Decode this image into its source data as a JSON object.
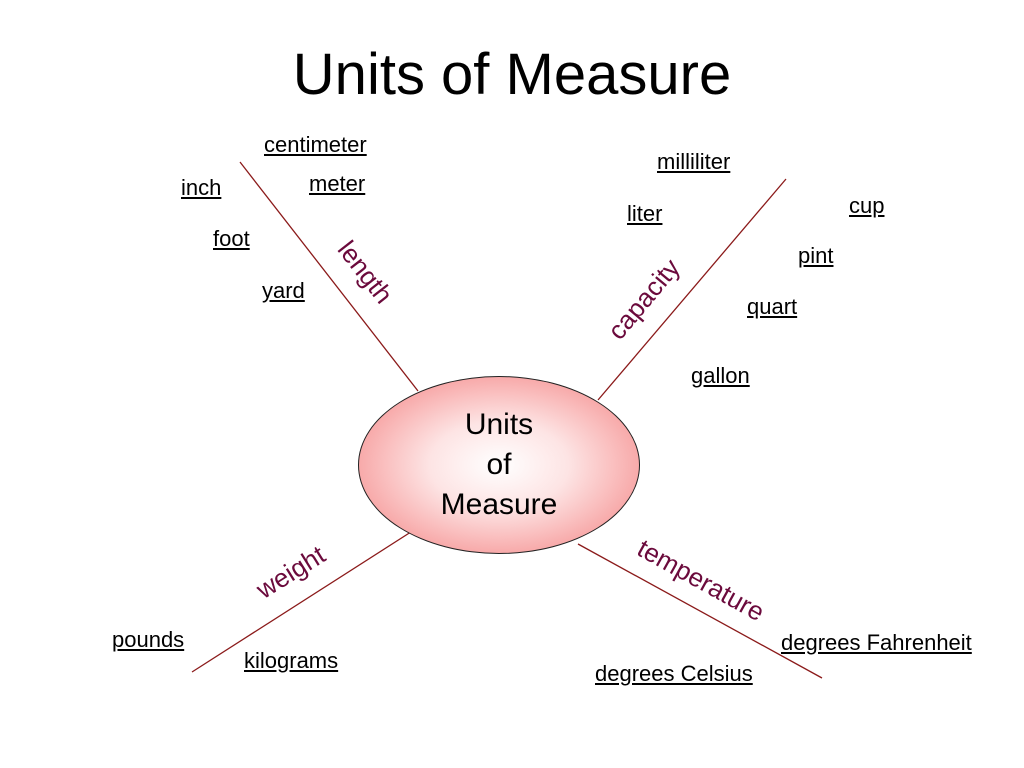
{
  "title": "Units of Measure",
  "center": {
    "line1": "Units",
    "line2": "of",
    "line3": "Measure"
  },
  "categories": {
    "length": "length",
    "capacity": "capacity",
    "weight": "weight",
    "temperature": "temperature"
  },
  "words": {
    "centimeter": "centimeter",
    "inch": "inch",
    "meter": "meter",
    "foot": "foot",
    "yard": "yard",
    "milliliter": "milliliter",
    "liter": "liter",
    "cup": "cup",
    "pint": "pint",
    "quart": "quart",
    "gallon": "gallon",
    "pounds": "pounds",
    "kilograms": "kilograms",
    "degrees_fahrenheit": "degrees Fahrenheit",
    "degrees_celsius": "degrees Celsius"
  },
  "colors": {
    "line": "#8b1a1a",
    "category_text": "#6b0a3c",
    "ellipse_edge": "#f07f7f"
  }
}
